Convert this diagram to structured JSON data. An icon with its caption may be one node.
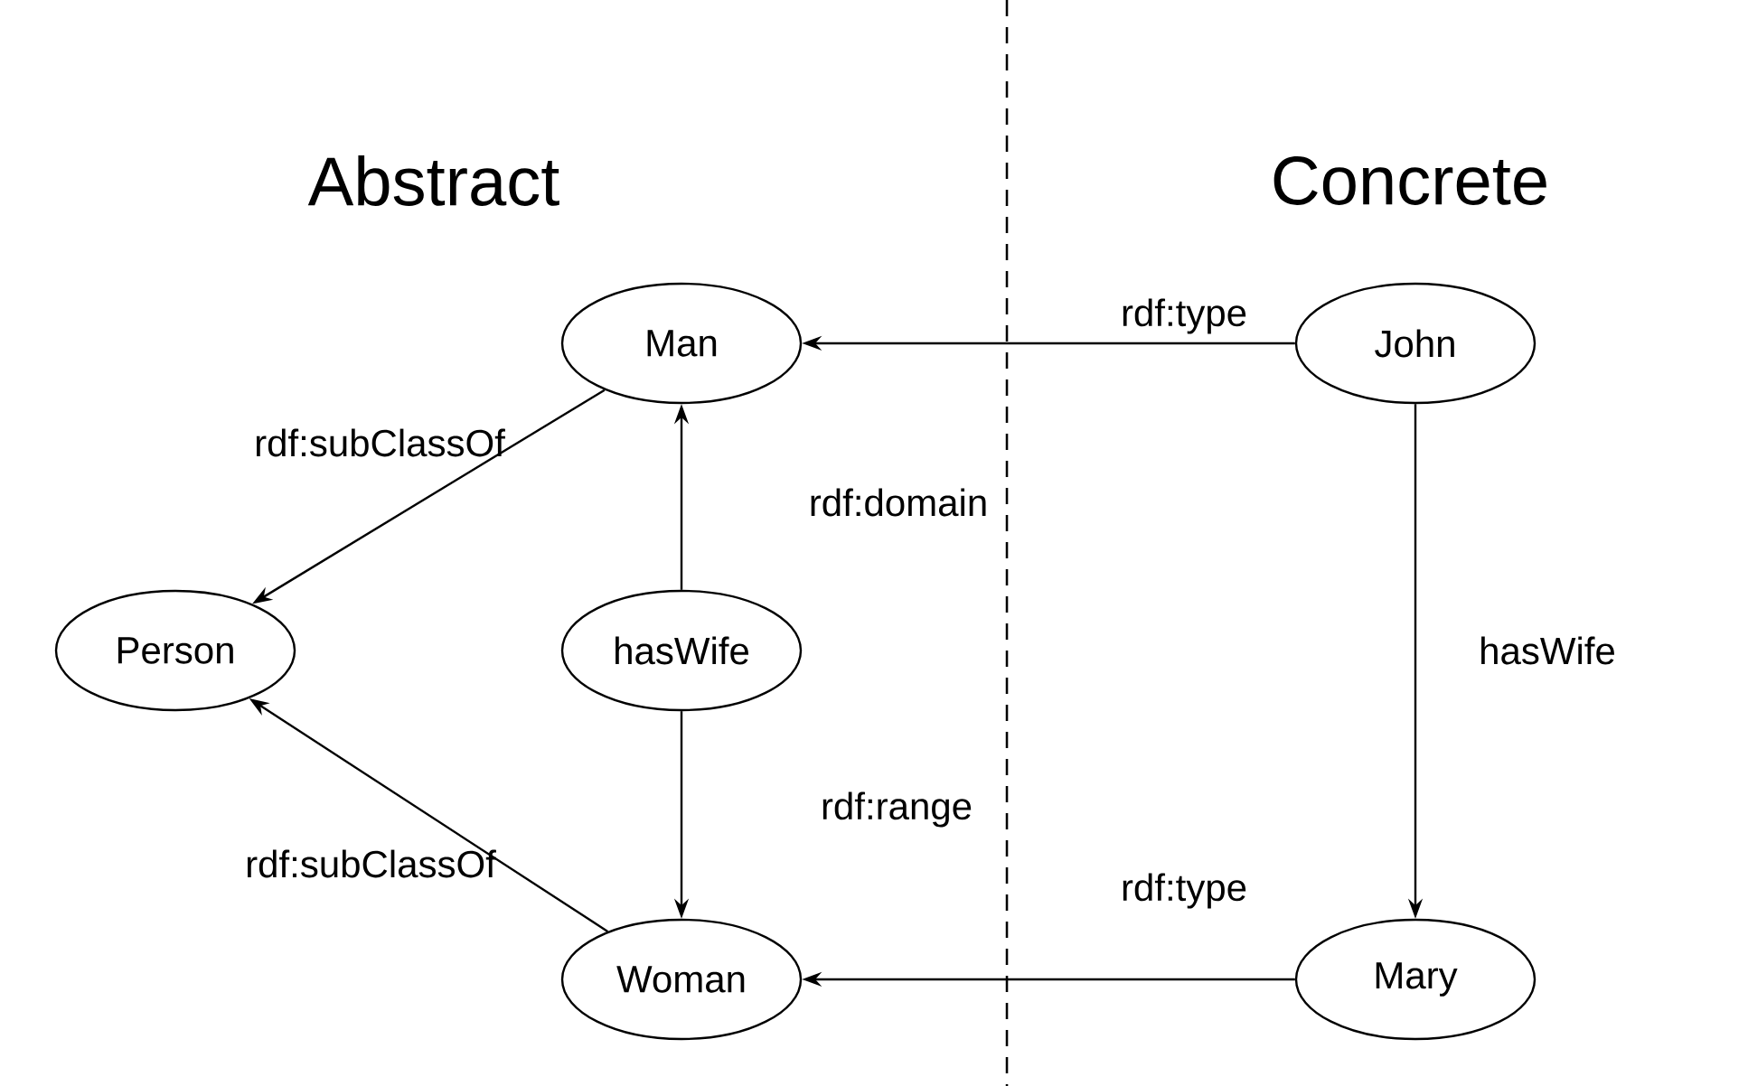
{
  "diagram": {
    "nodes": [
      {
        "text": [
          "Man"
        ]
      },
      {
        "text": [
          "Person"
        ]
      },
      {
        "text": [
          "hasWife"
        ]
      },
      {
        "text": [
          "Woman"
        ]
      },
      {
        "text": [
          "John"
        ]
      },
      {
        "text": [
          "Mary"
        ]
      }
    ],
    "edges": [
      {
        "from": 0,
        "to": 1,
        "arrow": "to",
        "label": "rdf:subClassOf"
      },
      {
        "from": 2,
        "to": 0,
        "arrow": "to",
        "label": "rdf:domain"
      },
      {
        "from": 4,
        "to": 0,
        "arrow": "to",
        "label": "rdf:type"
      },
      {
        "from": 4,
        "to": 5,
        "arrow": "to",
        "label": "hasWife"
      },
      {
        "from": 2,
        "to": 3,
        "arrow": "to",
        "label": "rdf:range"
      },
      {
        "from": 3,
        "to": 1,
        "arrow": "to",
        "label": "rdf:subClassOf"
      },
      {
        "from": 5,
        "to": 3,
        "arrow": "to",
        "label": "rdf:type"
      }
    ],
    "labels": [
      "Abstract",
      "Concrete"
    ]
  }
}
